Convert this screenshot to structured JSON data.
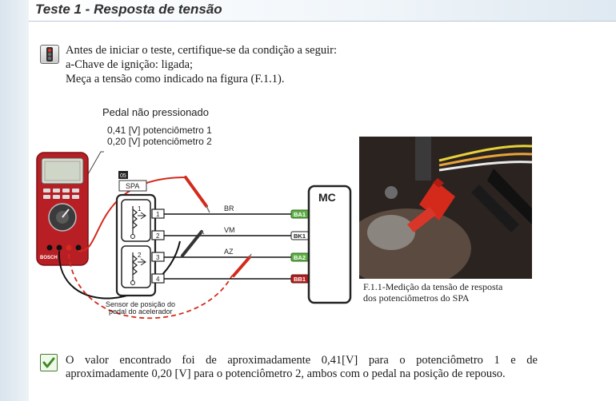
{
  "header": {
    "title": "Teste 1 - Resposta de tensão"
  },
  "intro": {
    "line1": "Antes de iniciar o teste, certifique-se da condição a seguir:",
    "line2": "a-Chave de ignição: ligada;",
    "line3": "Meça a tensão como indicado na figura (F.1.1)."
  },
  "diagram": {
    "pedal_title": "Pedal não pressionado",
    "reading1": "0,41 [V] potenciômetro 1",
    "reading2": "0,20 [V] potenciômetro 2",
    "multimeter_brand": "BOSCH",
    "spa_tag": "05",
    "spa_label": "SPA",
    "sensor_caption_line1": "Sensor de posição do",
    "sensor_caption_line2": "pedal do acelerador",
    "mc_label": "MC",
    "pins": [
      "1",
      "2",
      "3",
      "4"
    ],
    "wires": [
      "BR",
      "VM",
      "AZ"
    ],
    "terminals": [
      "BA1",
      "BK1",
      "BA2",
      "BB1"
    ],
    "pot_marks": [
      "1",
      "2"
    ],
    "colors": {
      "terminal_green": "#5fae45",
      "terminal_black": "#2b2b2b",
      "terminal_red": "#b22020",
      "wire_red": "#d42a1c",
      "multimeter_body": "#b81f24"
    }
  },
  "photo_caption": {
    "line1": "F.1.1-Medição da tensão de resposta",
    "line2": "dos potenciômetros do SPA"
  },
  "result": {
    "line1_words": [
      "O",
      "valor",
      "encontrado",
      "foi",
      "de",
      "aproximadamente",
      "0,41[V]",
      "para",
      "o",
      "potenciômetro",
      "1",
      "e",
      "de"
    ],
    "line2": "aproximadamente 0,20 [V] para o potenciômetro 2, ambos com o pedal na posição de repouso."
  },
  "icons": {
    "warning": "traffic-light-icon",
    "ok": "checkmark-icon"
  }
}
